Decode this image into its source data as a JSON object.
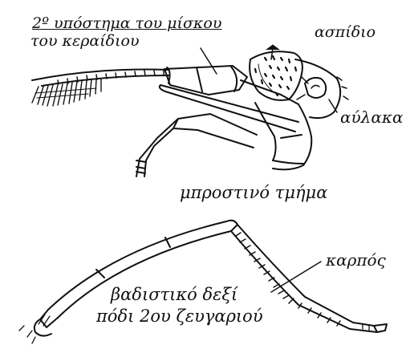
{
  "labels": {
    "antenna_segment_line1": "2º υπόστημα του μίσκου",
    "antenna_segment_line2": "του κεραίδιου",
    "shield": "ασπίδιο",
    "groove": "αύλακα",
    "front_section": "μπροστινό τμήμα",
    "tarsus": "καρπός",
    "leg_line1": "βαδιστικό δεξί",
    "leg_line2": "πόδι 2ου ζευγαριού"
  },
  "colors": {
    "ink": "#111111",
    "background": "#ffffff"
  }
}
